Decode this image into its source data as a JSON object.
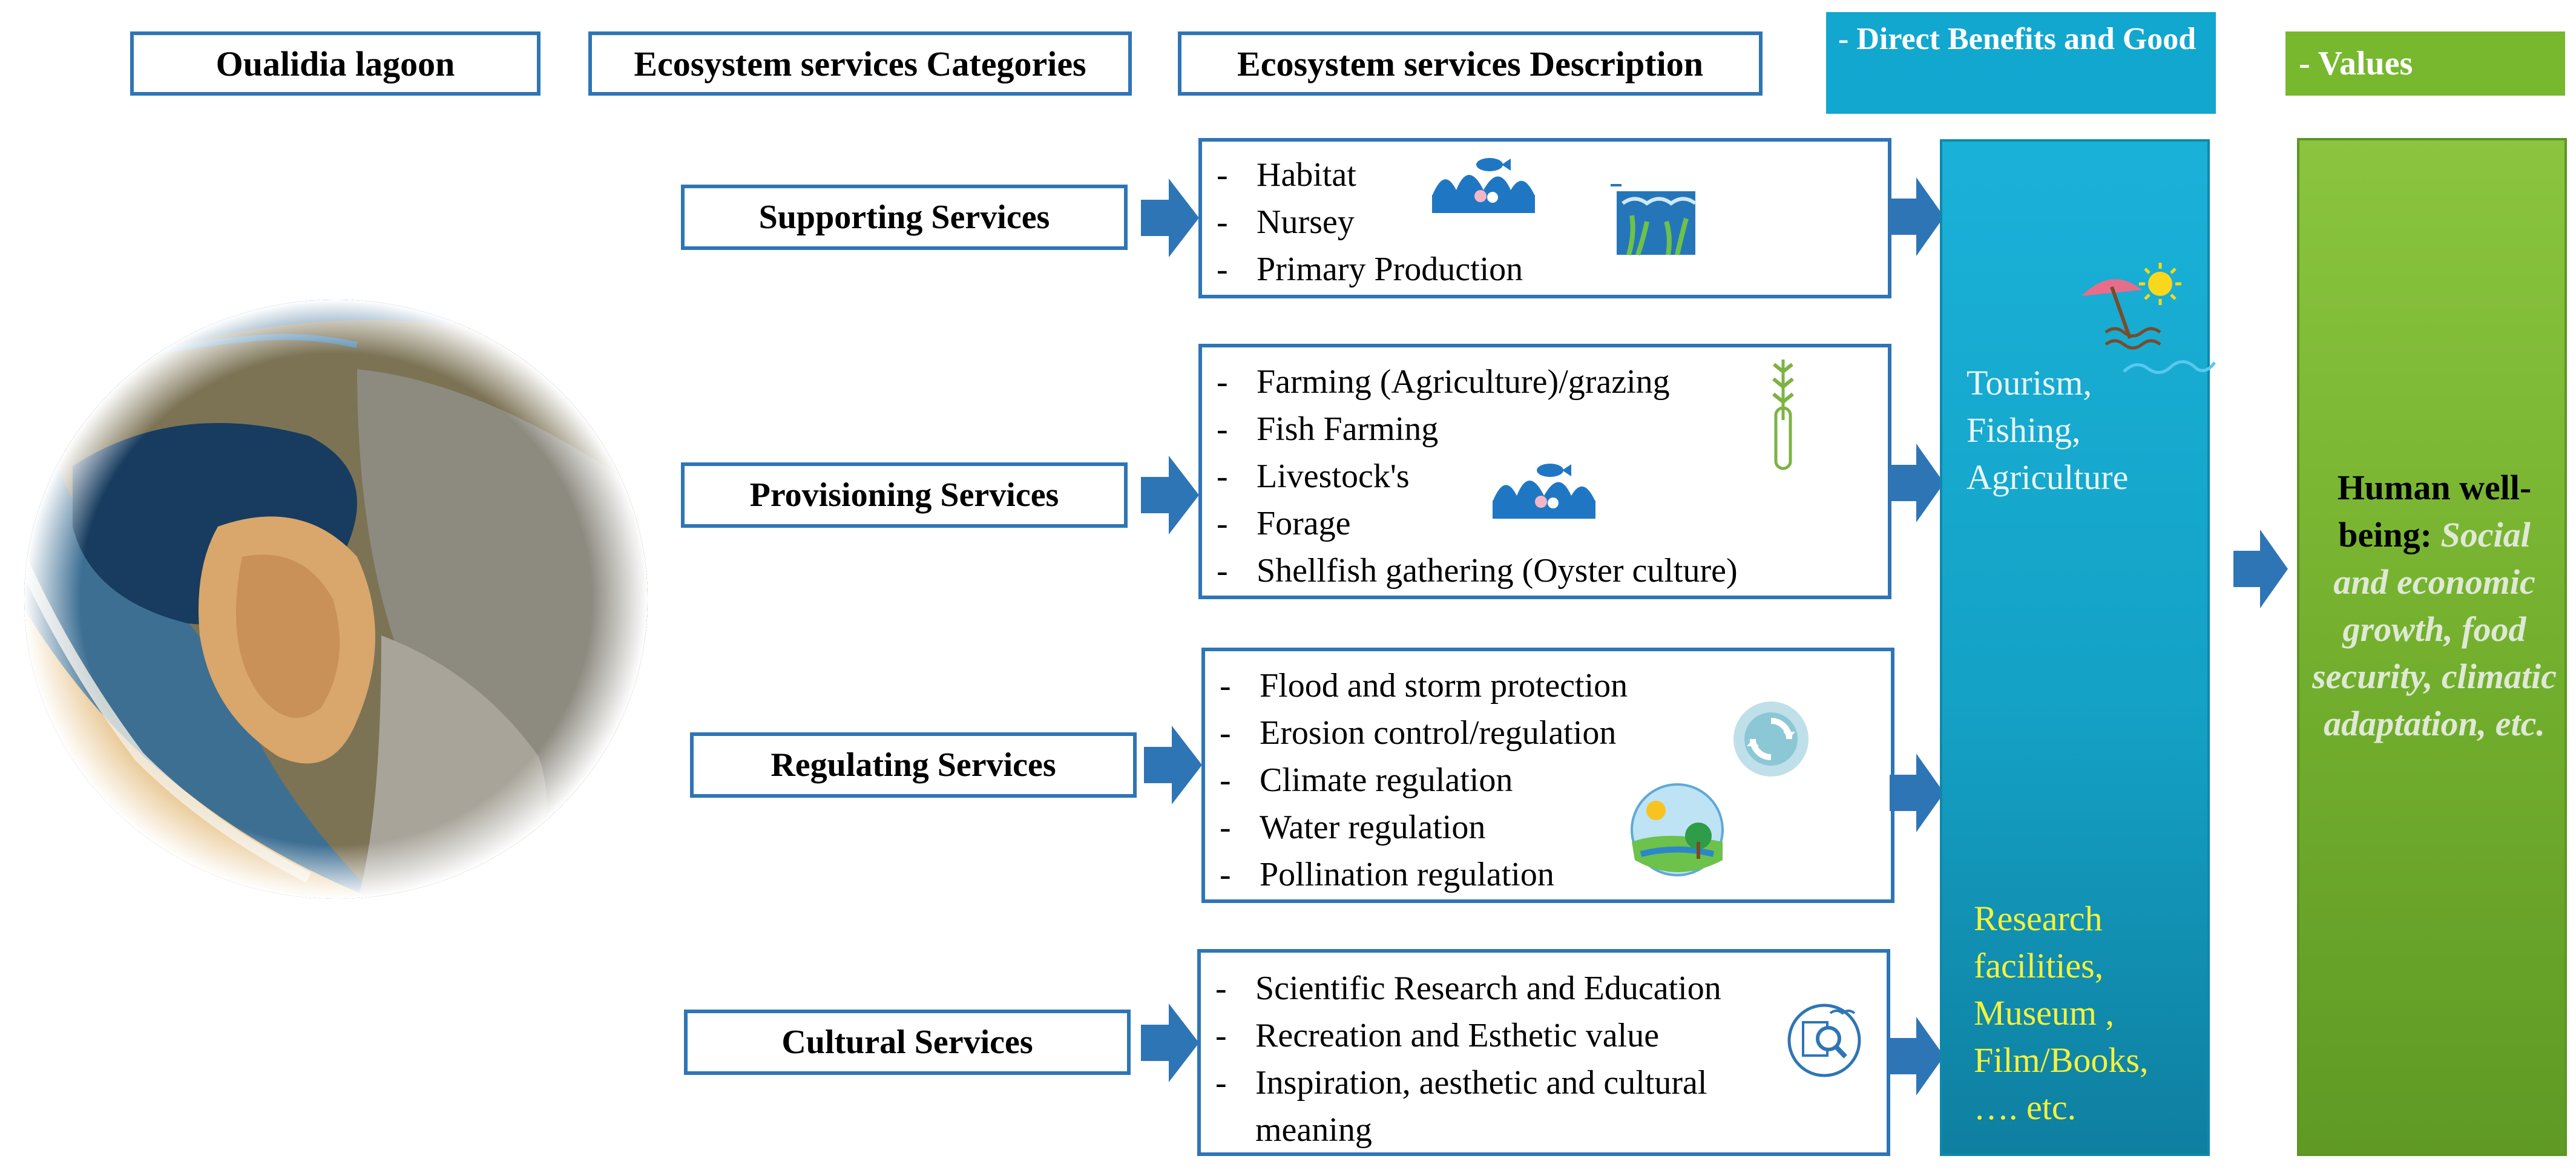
{
  "headers": {
    "lagoon": "Oualidia lagoon",
    "categories": "Ecosystem services Categories",
    "description": "Ecosystem services Description",
    "benefits": "- Direct Benefits and Good",
    "values": "- Values"
  },
  "services": [
    {
      "category": "Supporting Services",
      "items": [
        "Habitat",
        "Nursey",
        "Primary Production"
      ],
      "icons": [
        "fish-waves-icon",
        "seagrass-habitat-icon"
      ]
    },
    {
      "category": "Provisioning Services",
      "items": [
        "Farming (Agriculture)/grazing",
        "Fish Farming",
        "Livestock's",
        "Forage",
        "Shellfish gathering (Oyster culture)"
      ],
      "icons": [
        "wheat-test-tube-icon",
        "fish-waves-icon"
      ]
    },
    {
      "category": "Regulating Services",
      "items": [
        "Flood and storm protection",
        "Erosion control/regulation",
        "Climate regulation",
        "Water regulation",
        "Pollination regulation"
      ],
      "icons": [
        "cycle-arrows-icon",
        "climate-globe-icon"
      ]
    },
    {
      "category": "Cultural Services",
      "items": [
        "Scientific Research and Education",
        "Recreation and Esthetic value",
        "Inspiration, aesthetic and cultural meaning"
      ],
      "icons": [
        "research-magnifier-icon"
      ]
    }
  ],
  "benefits": {
    "group1": [
      "Tourism,",
      "Fishing,",
      "Agriculture"
    ],
    "group2": [
      "Research",
      "facilities,",
      "Museum ,",
      "Film/Books,",
      "…. etc."
    ],
    "icons": [
      "beach-umbrella-sun-icon"
    ]
  },
  "values": {
    "bold": "Human well-being:",
    "italic": "Social and economic growth, food security, climatic adaptation, etc."
  },
  "colors": {
    "border_blue": "#2e75b6",
    "arrow_blue": "#2e75b6",
    "teal": "#12a7cf",
    "green": "#77b82f",
    "benefit_text_1": "#e8f6fb",
    "benefit_text_2": "#f4f23c"
  }
}
